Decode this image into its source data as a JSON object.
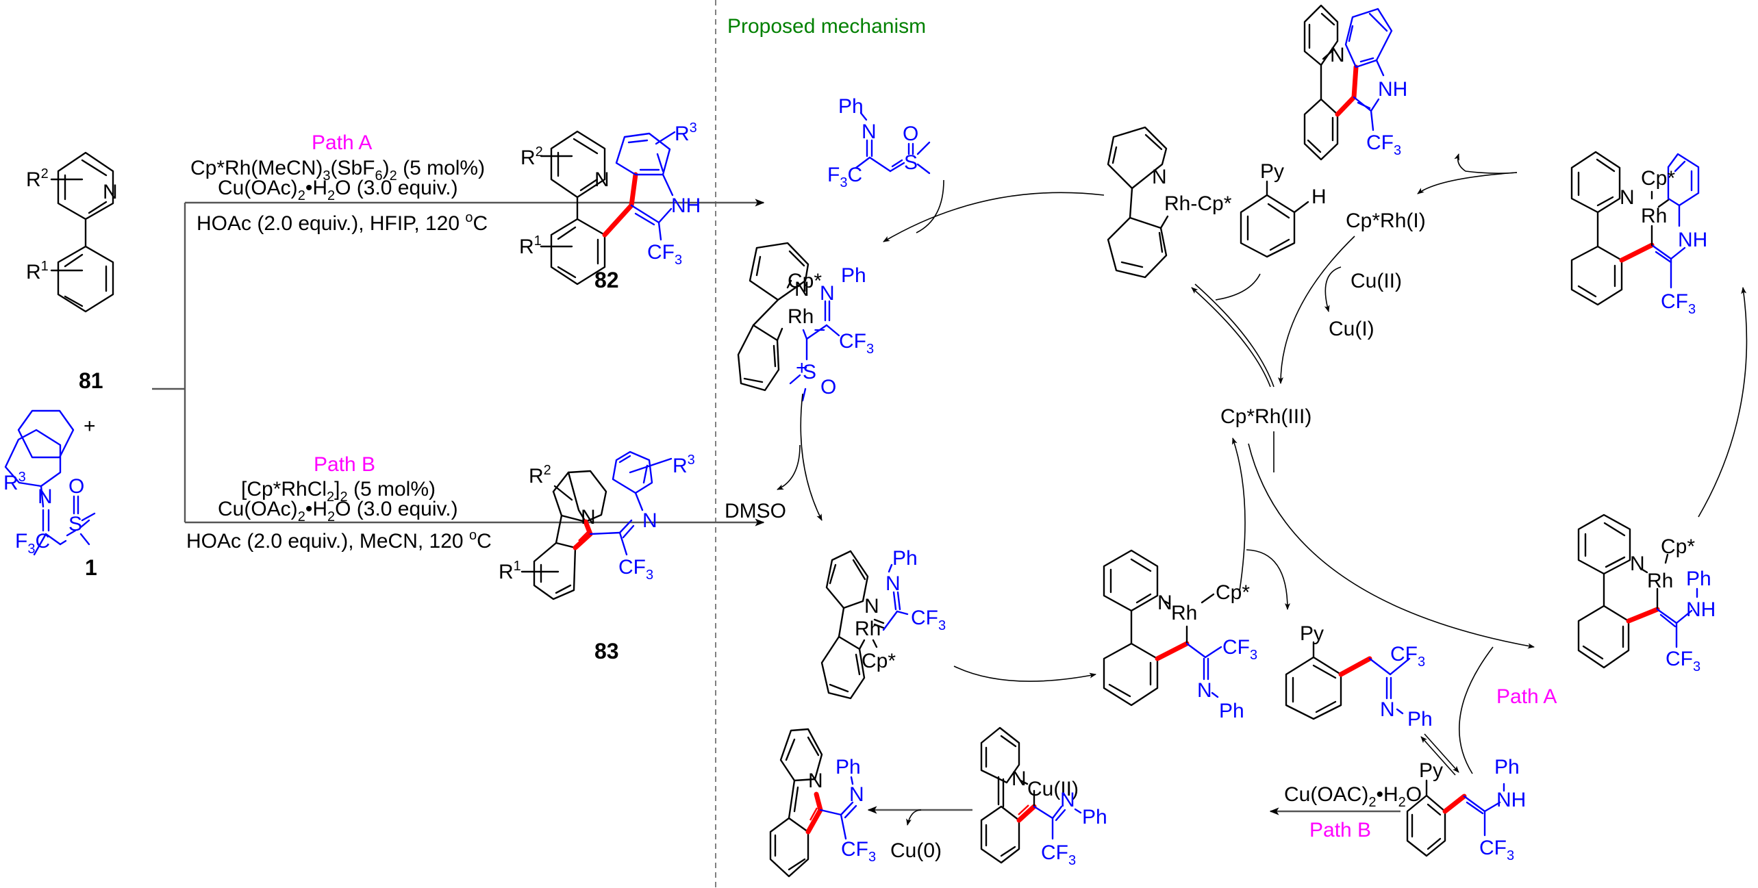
{
  "colors": {
    "reagent_black": "#000000",
    "fragment_blue": "#0000ff",
    "path_magenta": "#ff00ff",
    "new_bond_red": "#ff0000",
    "heading_green": "#008000"
  },
  "reaction": {
    "substrate_81": {
      "label": "81",
      "r2": "R",
      "r2_sup": "2",
      "r1": "R",
      "r1_sup": "1",
      "n": "N"
    },
    "plus": "+",
    "reagent_1": {
      "label": "1",
      "n": "N",
      "r3": "R",
      "r3_sup": "3",
      "f3c": "F",
      "f3c_sub": "3",
      "f3c_c": "C",
      "o": "O",
      "s": "S"
    },
    "path_a": {
      "label": "Path A",
      "cond_line1_a": "Cp*Rh(MeCN)",
      "cond_line1_sub1": "3",
      "cond_line1_b": "(SbF",
      "cond_line1_sub2": "6",
      "cond_line1_c": ")",
      "cond_line1_sub3": "2",
      "cond_line1_d": " (5 mol%)",
      "cond_line2_a": "Cu(OAc)",
      "cond_line2_sub1": "2",
      "cond_line2_b": "•H",
      "cond_line2_sub2": "2",
      "cond_line2_c": "O (3.0 equiv.)",
      "cond_line3_a": "HOAc (2.0 equiv.), HFIP, 120 ",
      "cond_line3_sup": "o",
      "cond_line3_b": "C"
    },
    "path_b": {
      "label": "Path B",
      "cond_line1_a": "[Cp*RhCl",
      "cond_line1_sub1": "2",
      "cond_line1_b": "]",
      "cond_line1_sub2": "2",
      "cond_line1_c": " (5 mol%)",
      "cond_line2_a": "Cu(OAc)",
      "cond_line2_sub1": "2",
      "cond_line2_b": "•H",
      "cond_line2_sub2": "2",
      "cond_line2_c": "O (3.0 equiv.)",
      "cond_line3_a": "HOAc (2.0 equiv.), MeCN, 120 ",
      "cond_line3_sup": "o",
      "cond_line3_b": "C"
    },
    "product_82": {
      "label": "82",
      "r1": "R",
      "r1_sup": "1",
      "r2": "R",
      "r2_sup": "2",
      "r3": "R",
      "r3_sup": "3",
      "n": "N",
      "nh": "NH",
      "cf3": "CF",
      "cf3_sub": "3"
    },
    "product_83": {
      "label": "83",
      "r1": "R",
      "r1_sup": "1",
      "r2": "R",
      "r2_sup": "2",
      "r3": "R",
      "r3_sup": "3",
      "n": "N",
      "n2": "N",
      "cf3": "CF",
      "cf3_sub": "3"
    }
  },
  "mechanism": {
    "heading": "Proposed mechanism",
    "ylide": {
      "ph": "Ph",
      "n": "N",
      "o": "O",
      "s": "S",
      "f3c": "F",
      "f3c_sub": "3",
      "f3c_c": "C"
    },
    "rh_complex_top": {
      "n": "N",
      "rh": "Rh",
      "dash": "-",
      "cp": "Cp*"
    },
    "phpy_h": {
      "py": "Py",
      "h": "H"
    },
    "cp_rh_i": "Cp*Rh(I)",
    "cu_ii": "Cu(II)",
    "cu_i": "Cu(I)",
    "cp_rh_iii": "Cp*Rh(III)",
    "indole_product": {
      "n": "N",
      "nh": "NH",
      "cf3": "CF",
      "cf3_sub": "3"
    },
    "rh_amine_complex": {
      "cp": "Cp*",
      "rh": "Rh",
      "n": "N",
      "nh": "NH",
      "cf3": "CF",
      "cf3_sub": "3"
    },
    "ylide_adduct": {
      "n": "N",
      "cp": "Cp*",
      "rh": "Rh",
      "minus": "−",
      "nph_n": "N",
      "nph_ph": "Ph",
      "cf3": "CF",
      "cf3_sub": "3",
      "plus": "+",
      "s": "S",
      "o": "O"
    },
    "dmso": "DMSO",
    "carbene": {
      "n": "N",
      "rh": "Rh",
      "cp": "Cp*",
      "nph_n": "N",
      "nph_ph": "Ph",
      "cf3": "CF",
      "cf3_sub": "3"
    },
    "insertion": {
      "n": "N",
      "rh": "Rh",
      "cp": "Cp*",
      "cf3": "CF",
      "cf3_sub": "3",
      "nph_n": "N",
      "nph_ph": "Ph"
    },
    "imine": {
      "py": "Py",
      "cf3": "CF",
      "cf3_sub": "3",
      "n": "N",
      "ph": "Ph"
    },
    "enamine_rh": {
      "n": "N",
      "cp": "Cp*",
      "rh": "Rh",
      "ph": "Ph",
      "nh": "NH",
      "cf3": "CF",
      "cf3_sub": "3"
    },
    "path_a_label": "Path A",
    "enamine": {
      "py": "Py",
      "ph": "Ph",
      "nh": "NH",
      "cf3": "CF",
      "cf3_sub": "3"
    },
    "cu_reagent": {
      "a": "Cu(OAC)",
      "sub1": "2",
      "b": "•H",
      "sub2": "2",
      "c": "O"
    },
    "path_b_label": "Path B",
    "cu_complex": {
      "n": "N",
      "cu": "Cu(II)",
      "nph_n": "N",
      "nph_ph": "Ph",
      "cf3": "CF",
      "cf3_sub": "3"
    },
    "cu0": "Cu(0)",
    "final_product": {
      "n": "N",
      "ph": "Ph",
      "n2": "N",
      "cf3": "CF",
      "cf3_sub": "3"
    }
  }
}
